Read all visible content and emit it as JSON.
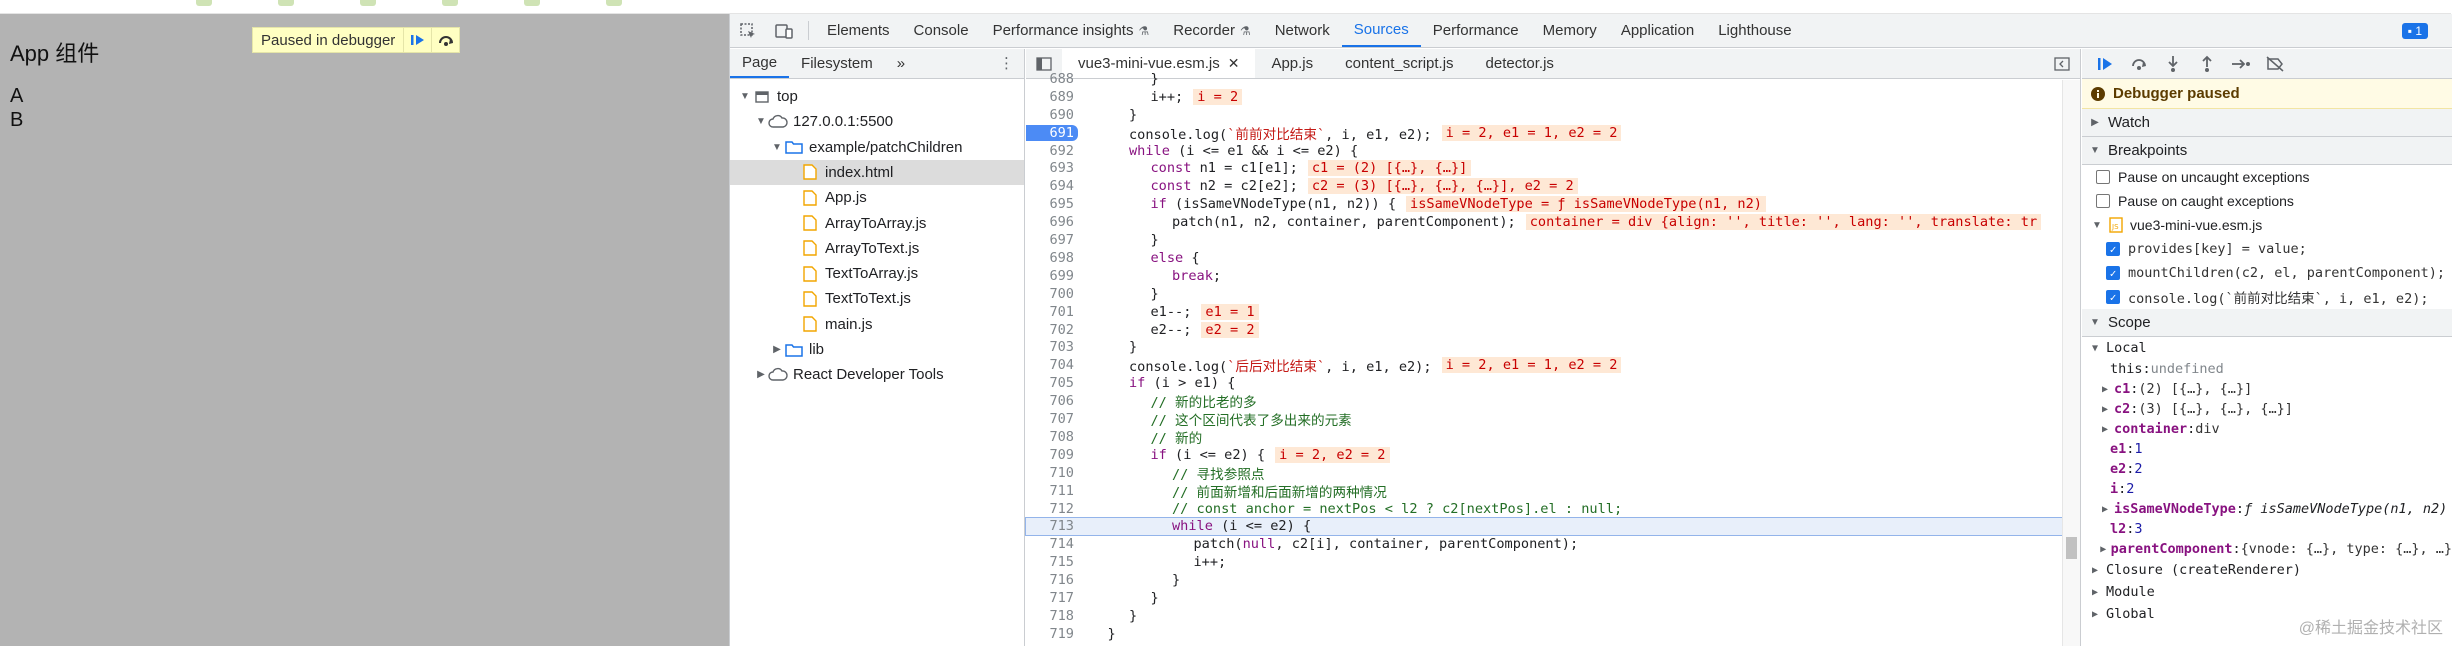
{
  "page": {
    "title": "App 组件",
    "list": [
      "A",
      "B"
    ],
    "paused_banner": "Paused in debugger"
  },
  "devtools": {
    "tabs": [
      "Elements",
      "Console",
      "Performance insights",
      "Recorder",
      "Network",
      "Sources",
      "Performance",
      "Memory",
      "Application",
      "Lighthouse"
    ],
    "active_tab": "Sources",
    "message_count": "1"
  },
  "navigator": {
    "tabs": [
      "Page",
      "Filesystem"
    ],
    "more": "»",
    "tree": [
      {
        "label": "top",
        "icon": "frame-icon",
        "depth": 0,
        "twisty": "▼"
      },
      {
        "label": "127.0.0.1:5500",
        "icon": "cloud-icon",
        "depth": 1,
        "twisty": "▼"
      },
      {
        "label": "example/patchChildren",
        "icon": "folder-icon",
        "depth": 2,
        "twisty": "▼"
      },
      {
        "label": "index.html",
        "icon": "file-icon",
        "depth": 3,
        "twisty": "",
        "selected": true
      },
      {
        "label": "App.js",
        "icon": "file-icon",
        "depth": 3,
        "twisty": ""
      },
      {
        "label": "ArrayToArray.js",
        "icon": "file-icon",
        "depth": 3,
        "twisty": ""
      },
      {
        "label": "ArrayToText.js",
        "icon": "file-icon",
        "depth": 3,
        "twisty": ""
      },
      {
        "label": "TextToArray.js",
        "icon": "file-icon",
        "depth": 3,
        "twisty": ""
      },
      {
        "label": "TextToText.js",
        "icon": "file-icon",
        "depth": 3,
        "twisty": ""
      },
      {
        "label": "main.js",
        "icon": "file-icon",
        "depth": 3,
        "twisty": ""
      },
      {
        "label": "lib",
        "icon": "folder-icon",
        "depth": 2,
        "twisty": "▶"
      },
      {
        "label": "React Developer Tools",
        "icon": "cloud-icon",
        "depth": 1,
        "twisty": "▶"
      }
    ]
  },
  "editor": {
    "tabs": [
      {
        "label": "vue3-mini-vue.esm.js",
        "active": true,
        "closable": true
      },
      {
        "label": "App.js"
      },
      {
        "label": "content_script.js"
      },
      {
        "label": "detector.js"
      }
    ],
    "lines": [
      {
        "n": "688",
        "i": 3,
        "parts": [
          [
            "",
            "}"
          ]
        ]
      },
      {
        "n": "689",
        "i": 3,
        "parts": [
          [
            "",
            "i++;"
          ]
        ],
        "inline": "i = 2"
      },
      {
        "n": "690",
        "i": 2,
        "parts": [
          [
            "",
            "}"
          ]
        ]
      },
      {
        "n": "691",
        "i": 2,
        "bp": true,
        "parts": [
          [
            "",
            "console."
          ],
          [
            "",
            "log("
          ],
          [
            "str",
            "`前前对比结束`"
          ],
          [
            "",
            ", i, e1, e2);"
          ]
        ],
        "inline": "i = 2, e1 = 1, e2 = 2"
      },
      {
        "n": "692",
        "i": 2,
        "parts": [
          [
            "kw",
            "while"
          ],
          [
            "",
            " (i <= e1 && i <= e2) {"
          ]
        ]
      },
      {
        "n": "693",
        "i": 3,
        "parts": [
          [
            "kw",
            "const"
          ],
          [
            "",
            " n1 = c1[e1];"
          ]
        ],
        "inline": "c1 = (2) [{…}, {…}]"
      },
      {
        "n": "694",
        "i": 3,
        "parts": [
          [
            "kw",
            "const"
          ],
          [
            "",
            " n2 = c2[e2];"
          ]
        ],
        "inline": "c2 = (3) [{…}, {…}, {…}], e2 = 2"
      },
      {
        "n": "695",
        "i": 3,
        "parts": [
          [
            "kw",
            "if"
          ],
          [
            "",
            " (isSameVNodeType(n1, n2)) {"
          ]
        ],
        "inline": "isSameVNodeType = ƒ isSameVNodeType(n1, n2)"
      },
      {
        "n": "696",
        "i": 4,
        "parts": [
          [
            "",
            "patch(n1, n2, container, parentComponent);"
          ]
        ],
        "inline": "container = div {align: '', title: '', lang: '', translate: tr"
      },
      {
        "n": "697",
        "i": 3,
        "parts": [
          [
            "",
            "}"
          ]
        ]
      },
      {
        "n": "698",
        "i": 3,
        "parts": [
          [
            "kw",
            "else"
          ],
          [
            "",
            " {"
          ]
        ]
      },
      {
        "n": "699",
        "i": 4,
        "parts": [
          [
            "kw",
            "break"
          ],
          [
            "",
            ";"
          ]
        ]
      },
      {
        "n": "700",
        "i": 3,
        "parts": [
          [
            "",
            "}"
          ]
        ]
      },
      {
        "n": "701",
        "i": 3,
        "parts": [
          [
            "",
            "e1--;"
          ]
        ],
        "inline": "e1 = 1"
      },
      {
        "n": "702",
        "i": 3,
        "parts": [
          [
            "",
            "e2--;"
          ]
        ],
        "inline": "e2 = 2"
      },
      {
        "n": "703",
        "i": 2,
        "parts": [
          [
            "",
            "}"
          ]
        ]
      },
      {
        "n": "704",
        "i": 2,
        "parts": [
          [
            "",
            "console.log("
          ],
          [
            "str",
            "`后后对比结束`"
          ],
          [
            "",
            ", i, e1, e2);"
          ]
        ],
        "inline": "i = 2, e1 = 1, e2 = 2"
      },
      {
        "n": "705",
        "i": 2,
        "parts": [
          [
            "kw",
            "if"
          ],
          [
            "",
            " (i > e1) {"
          ]
        ]
      },
      {
        "n": "706",
        "i": 3,
        "parts": [
          [
            "cmt",
            "// 新的比老的多"
          ]
        ]
      },
      {
        "n": "707",
        "i": 3,
        "parts": [
          [
            "cmt",
            "// 这个区间代表了多出来的元素"
          ]
        ]
      },
      {
        "n": "708",
        "i": 3,
        "parts": [
          [
            "cmt",
            "// 新的"
          ]
        ]
      },
      {
        "n": "709",
        "i": 3,
        "parts": [
          [
            "kw",
            "if"
          ],
          [
            "",
            " (i <= e2) {"
          ]
        ],
        "inline": "i = 2, e2 = 2"
      },
      {
        "n": "710",
        "i": 4,
        "parts": [
          [
            "cmt",
            "// 寻找参照点"
          ]
        ]
      },
      {
        "n": "711",
        "i": 4,
        "parts": [
          [
            "cmt",
            "// 前面新增和后面新增的两种情况"
          ]
        ]
      },
      {
        "n": "712",
        "i": 4,
        "parts": [
          [
            "cmt",
            "// const anchor = nextPos < l2 ? c2[nextPos].el : null;"
          ]
        ]
      },
      {
        "n": "713",
        "i": 4,
        "paused": true,
        "parts": [
          [
            "kw",
            "while"
          ],
          [
            "",
            " (i <= e2) {"
          ]
        ]
      },
      {
        "n": "714",
        "i": 5,
        "parts": [
          [
            "",
            "patch("
          ],
          [
            "kw",
            "null"
          ],
          [
            "",
            ", c2[i], container, parentComponent);"
          ]
        ]
      },
      {
        "n": "715",
        "i": 5,
        "parts": [
          [
            "",
            "i++;"
          ]
        ]
      },
      {
        "n": "716",
        "i": 4,
        "parts": [
          [
            "",
            "}"
          ]
        ]
      },
      {
        "n": "717",
        "i": 3,
        "parts": [
          [
            "",
            "}"
          ]
        ]
      },
      {
        "n": "718",
        "i": 2,
        "parts": [
          [
            "",
            "}"
          ]
        ]
      },
      {
        "n": "719",
        "i": 1,
        "parts": [
          [
            "",
            "}"
          ]
        ]
      }
    ]
  },
  "sidebar": {
    "status": "Debugger paused",
    "sections": {
      "watch": "Watch",
      "breakpoints": "Breakpoints",
      "scope": "Scope"
    },
    "exceptions": [
      "Pause on uncaught exceptions",
      "Pause on caught exceptions"
    ],
    "bp_file": "vue3-mini-vue.esm.js",
    "bp_items": [
      "provides[key] = value;",
      "mountChildren(c2, el, parentComponent);",
      "console.log(`前前对比结束`, i, e1, e2);"
    ],
    "scope_local": "Local",
    "scope_rows": [
      {
        "name": "this",
        "value": "undefined",
        "plain": true,
        "cls": "undef",
        "indent": 20
      },
      {
        "name": "c1",
        "value": "(2) [{…}, {…}]",
        "tw": "▶",
        "indent": 8
      },
      {
        "name": "c2",
        "value": "(3) [{…}, {…}, {…}]",
        "tw": "▶",
        "indent": 8
      },
      {
        "name": "container",
        "value": "div",
        "tw": "▶",
        "indent": 8,
        "cls": "fn-tag"
      },
      {
        "name": "e1",
        "value": "1",
        "indent": 20,
        "cls": "num"
      },
      {
        "name": "e2",
        "value": "2",
        "indent": 20,
        "cls": "num"
      },
      {
        "name": "i",
        "value": "2",
        "indent": 20,
        "cls": "num"
      },
      {
        "name": "isSameVNodeType",
        "value": "ƒ isSameVNodeType(n1, n2)",
        "tw": "▶",
        "indent": 8,
        "cls": "fn"
      },
      {
        "name": "l2",
        "value": "3",
        "indent": 20,
        "cls": "num"
      },
      {
        "name": "parentComponent",
        "value": "{vnode: {…}, type: {…}, …}",
        "tw": "▶",
        "indent": 8
      }
    ],
    "scope_more": [
      "Closure (createRenderer)",
      "Module",
      "Global"
    ]
  },
  "watermark": "@稀土掘金技术社区",
  "colors": {
    "accent": "#1a73e8",
    "page_bg": "#b3b3b3",
    "breakpoint": "#4c8bf5"
  }
}
